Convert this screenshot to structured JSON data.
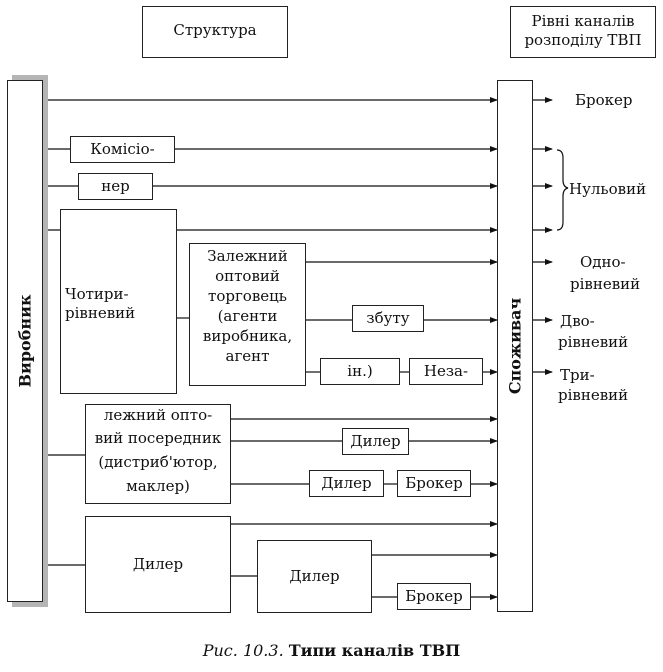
{
  "header": {
    "structure": "Структура",
    "levels_line1": "Рівні каналів",
    "levels_line2": "розподілу ТВП"
  },
  "producer": "Виробник",
  "consumer": "Споживач",
  "levels": {
    "broker": "Брокер",
    "zero": "Нульовий",
    "one_a": "Одно-",
    "one_b": "рівневий",
    "two_a": "Дво-",
    "two_b": "рівневий",
    "three_a": "Три-",
    "three_b": "рівневий"
  },
  "boxes": {
    "commission_1": "Комісіо-",
    "commission_2": "нер",
    "four_level_1": "Чотири-",
    "four_level_2": "рівневий",
    "dependent_1": "Залежний",
    "dependent_2": "оптовий",
    "dependent_3": "торговець",
    "dependent_4": "(агенти",
    "dependent_5": "виробника,",
    "dependent_6": "агент",
    "zbutu": "збуту",
    "in": "ін.)",
    "neza": "Неза-",
    "independent_1": "лежний опто-",
    "independent_2": "вий посередник",
    "independent_3": "(дистриб'ютор,",
    "independent_4": "маклер)",
    "dealer": "Дилер",
    "broker": "Брокер"
  },
  "caption": {
    "figure": "Рис. 10.3.",
    "title": "Типи каналів ТВП"
  }
}
